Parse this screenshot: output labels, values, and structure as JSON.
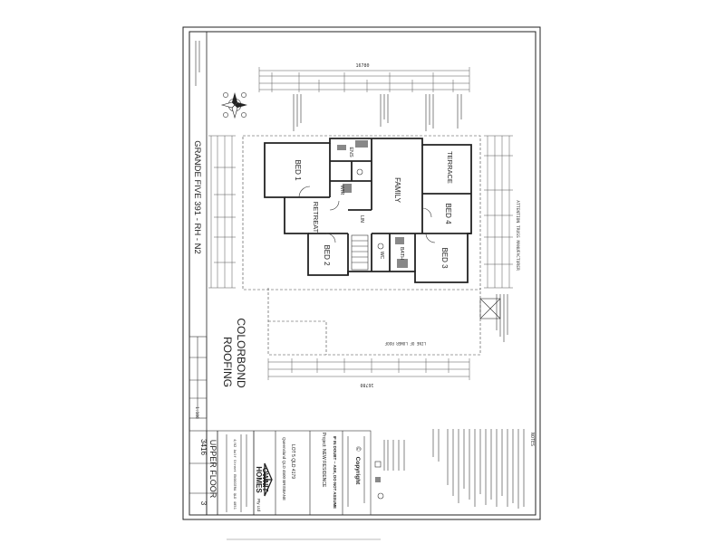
{
  "title_block": {
    "company_word1": "OWNIT",
    "company_word2": "HOMES",
    "company_suffix": "Pty Ltd",
    "sheet_title": "UPPER FLOOR",
    "drawing_number": "3416",
    "sheet_number": "3",
    "scale": "1:100",
    "copyright_heading": "Copyright",
    "warning": "IF IN DOUBT -- ASK, DO NOT ASSUME",
    "project": "Project: NEW RESIDENCE",
    "location": "LOT 5 QLD 4179",
    "address": "Queensland QLD 4500 BRISBANE",
    "footnote": "4/62 Aulf Street ENOGGERA QLD 4051"
  },
  "drawing": {
    "side_title": "GRANDE FIVE 391 - RH - N2",
    "roofing_line1": "COLORBOND",
    "roofing_line2": "ROOFING",
    "overall_dimension": "16780",
    "lower_roof_note": "LINE OF LOWER ROOF"
  },
  "rooms": {
    "bed1": "BED 1",
    "bed2": "BED 2",
    "bed3": "BED 3",
    "bed4": "BED 4",
    "family": "FAMILY",
    "retreat": "RETREAT",
    "terrace": "TERRACE",
    "ens": "ENS",
    "wir": "WIR",
    "bath": "BATH",
    "wc": "WC",
    "lin": "LIN"
  },
  "notes": {
    "attention": "ATTENTION TRUSS MANUFACTURER",
    "heading": "NOTES"
  }
}
